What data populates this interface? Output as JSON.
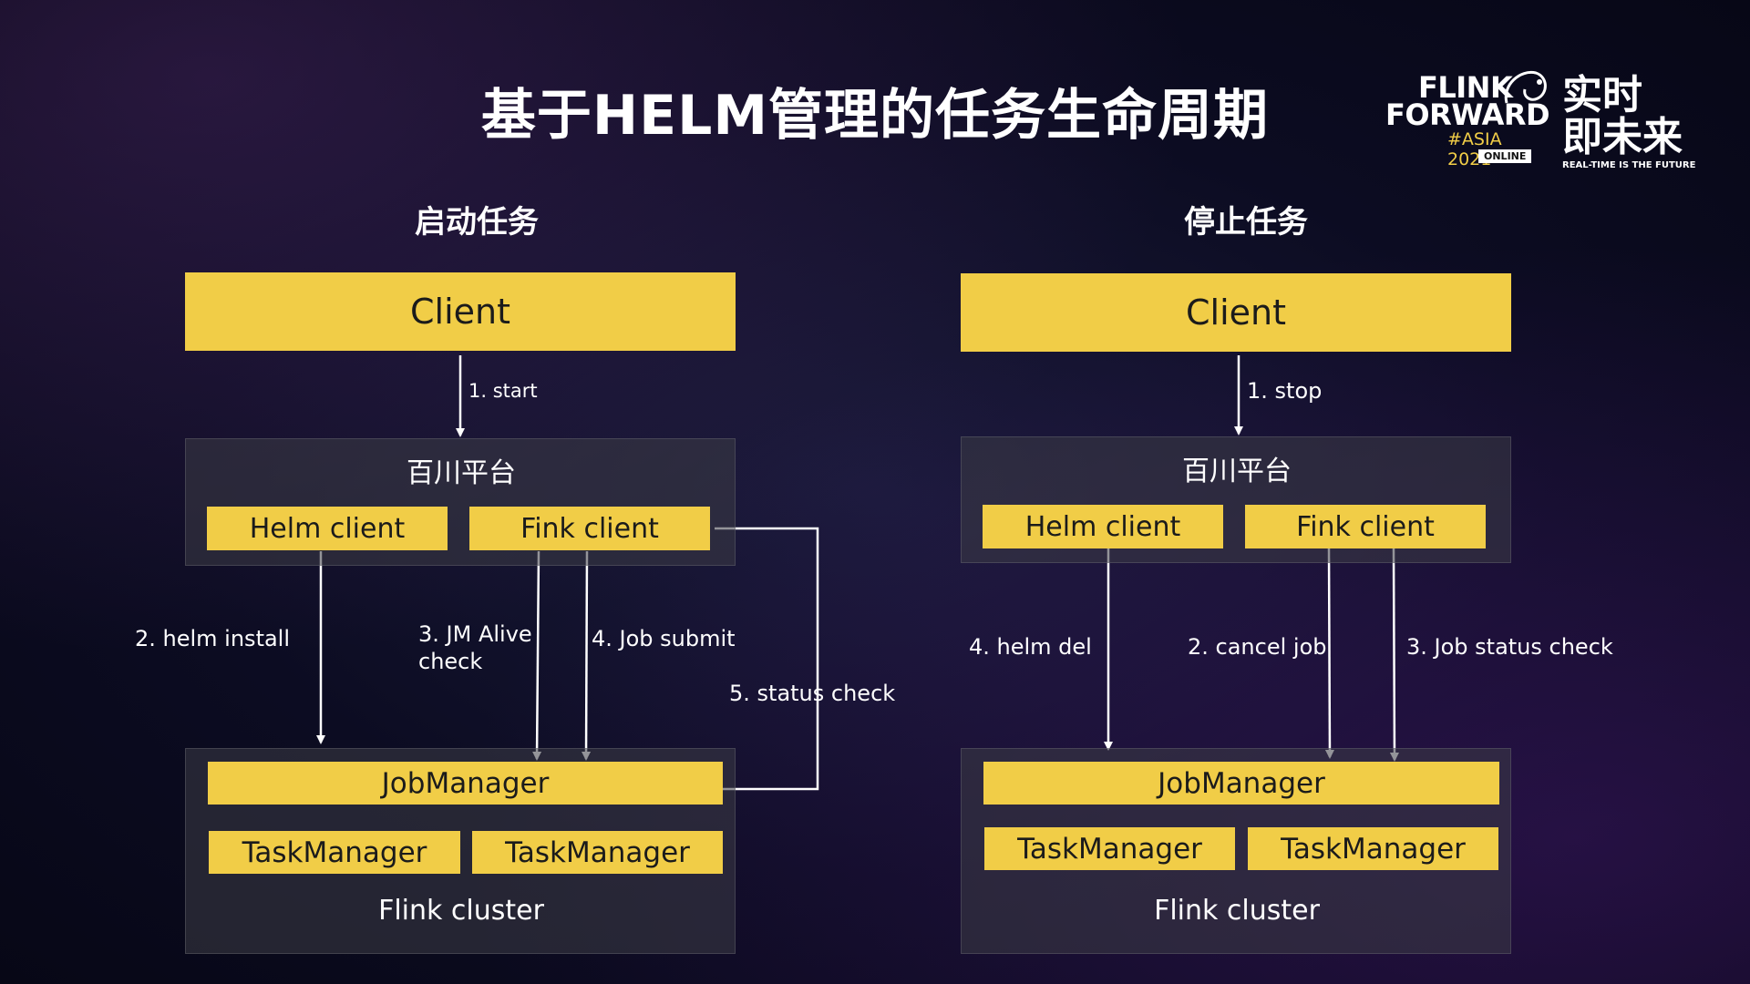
{
  "title": "基于HELM管理的任务生命周期",
  "logo": {
    "line1": "FLINK",
    "line2": "FORWARD",
    "event": "#ASIA 2021",
    "badge": "ONLINE",
    "cn_line1": "实时",
    "cn_line2": "即未来",
    "tagline": "REAL-TIME IS THE FUTURE"
  },
  "start": {
    "heading": "启动任务",
    "client": "Client",
    "step_start": "1. start",
    "platform": "百川平台",
    "helm_client": "Helm client",
    "fink_client": "Fink client",
    "step_helm_install": "2. helm install",
    "step_jm_alive_1": "3. JM Alive",
    "step_jm_alive_2": "check",
    "step_job_submit": "4. Job submit",
    "step_status_check": "5. status check",
    "jobmanager": "JobManager",
    "taskmanager_a": "TaskManager",
    "taskmanager_b": "TaskManager",
    "cluster": "Flink cluster"
  },
  "stop": {
    "heading": "停止任务",
    "client": "Client",
    "step_stop": "1. stop",
    "platform": "百川平台",
    "helm_client": "Helm client",
    "fink_client": "Fink client",
    "step_helm_del": "4. helm del",
    "step_cancel_job": "2. cancel job",
    "step_job_status_check": "3. Job status check",
    "jobmanager": "JobManager",
    "taskmanager_a": "TaskManager",
    "taskmanager_b": "TaskManager",
    "cluster": "Flink cluster"
  },
  "colors": {
    "box_yellow": "#f1cd47",
    "panel_gray": "#3c3c46",
    "background": "#0c0c22",
    "arrow": "#ffffff"
  }
}
